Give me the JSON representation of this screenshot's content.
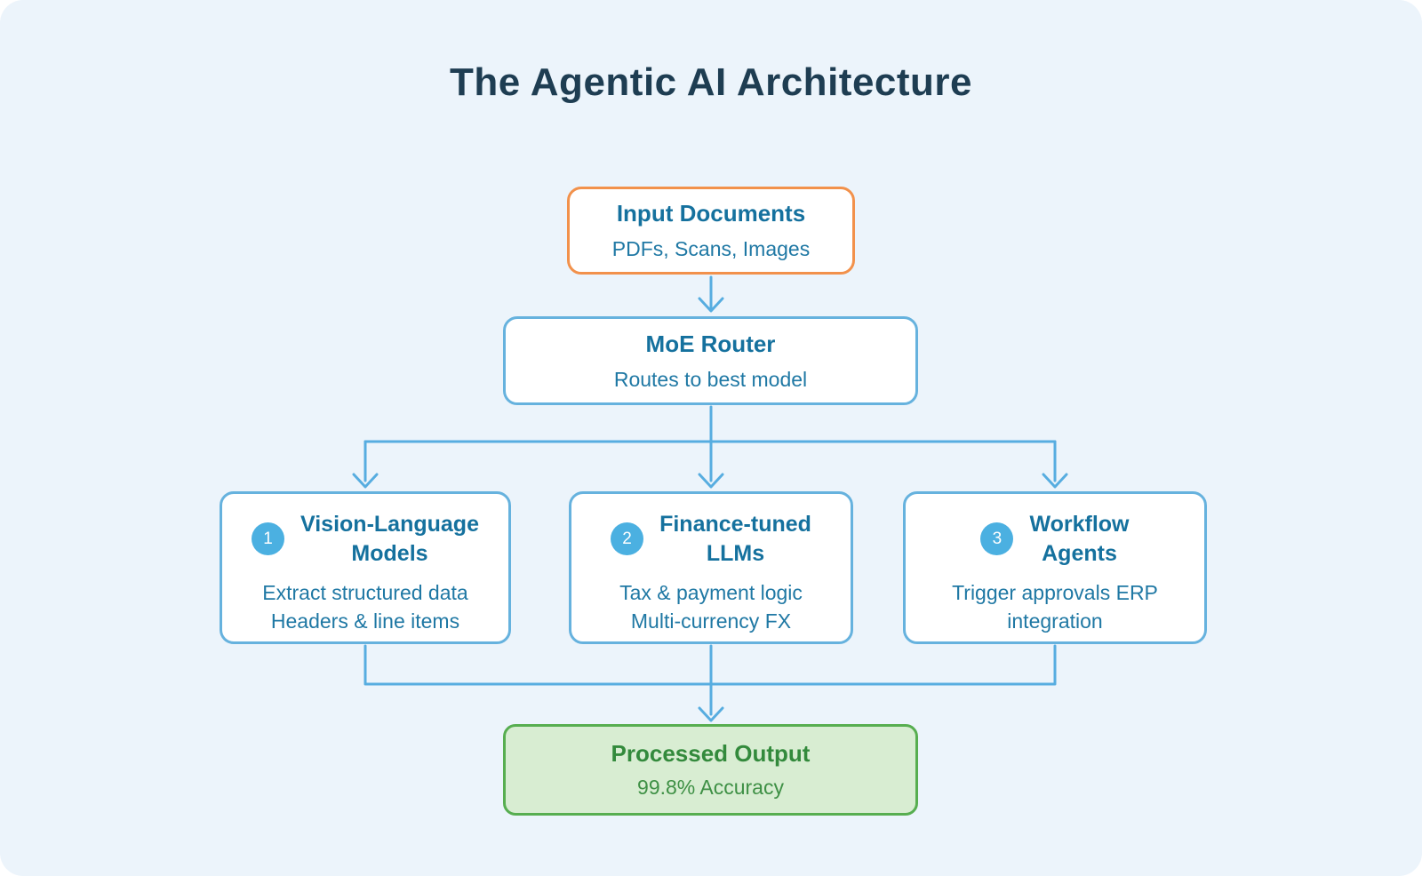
{
  "title": "The Agentic AI Architecture",
  "flow": {
    "input": {
      "title": "Input Documents",
      "subtitle": "PDFs, Scans, Images"
    },
    "router": {
      "title": "MoE Router",
      "subtitle": "Routes to best model"
    },
    "experts": [
      {
        "number": "1",
        "title_line1": "Vision-Language",
        "title_line2": "Models",
        "desc_line1": "Extract structured data",
        "desc_line2": "Headers & line items"
      },
      {
        "number": "2",
        "title_line1": "Finance-tuned",
        "title_line2": "LLMs",
        "desc_line1": "Tax & payment logic",
        "desc_line2": "Multi-currency FX"
      },
      {
        "number": "3",
        "title_line1": "Workflow",
        "title_line2": "Agents",
        "desc_line1": "Trigger approvals ERP",
        "desc_line2": "integration"
      }
    ],
    "output": {
      "title": "Processed Output",
      "subtitle": "99.8% Accuracy"
    }
  },
  "colors": {
    "canvas_bg": "#ECF4FB",
    "title_text": "#1E3D52",
    "connector_line": "#57ADE0",
    "input_border": "#F2914B",
    "blue_border": "#66B2DE",
    "heading_blue": "#15719E",
    "body_blue": "#1F78A4",
    "badge_blue": "#4BB0E1",
    "output_bg": "#D8EDD2",
    "output_border": "#57AE50",
    "output_heading": "#338A3C",
    "output_body": "#3E9045"
  }
}
